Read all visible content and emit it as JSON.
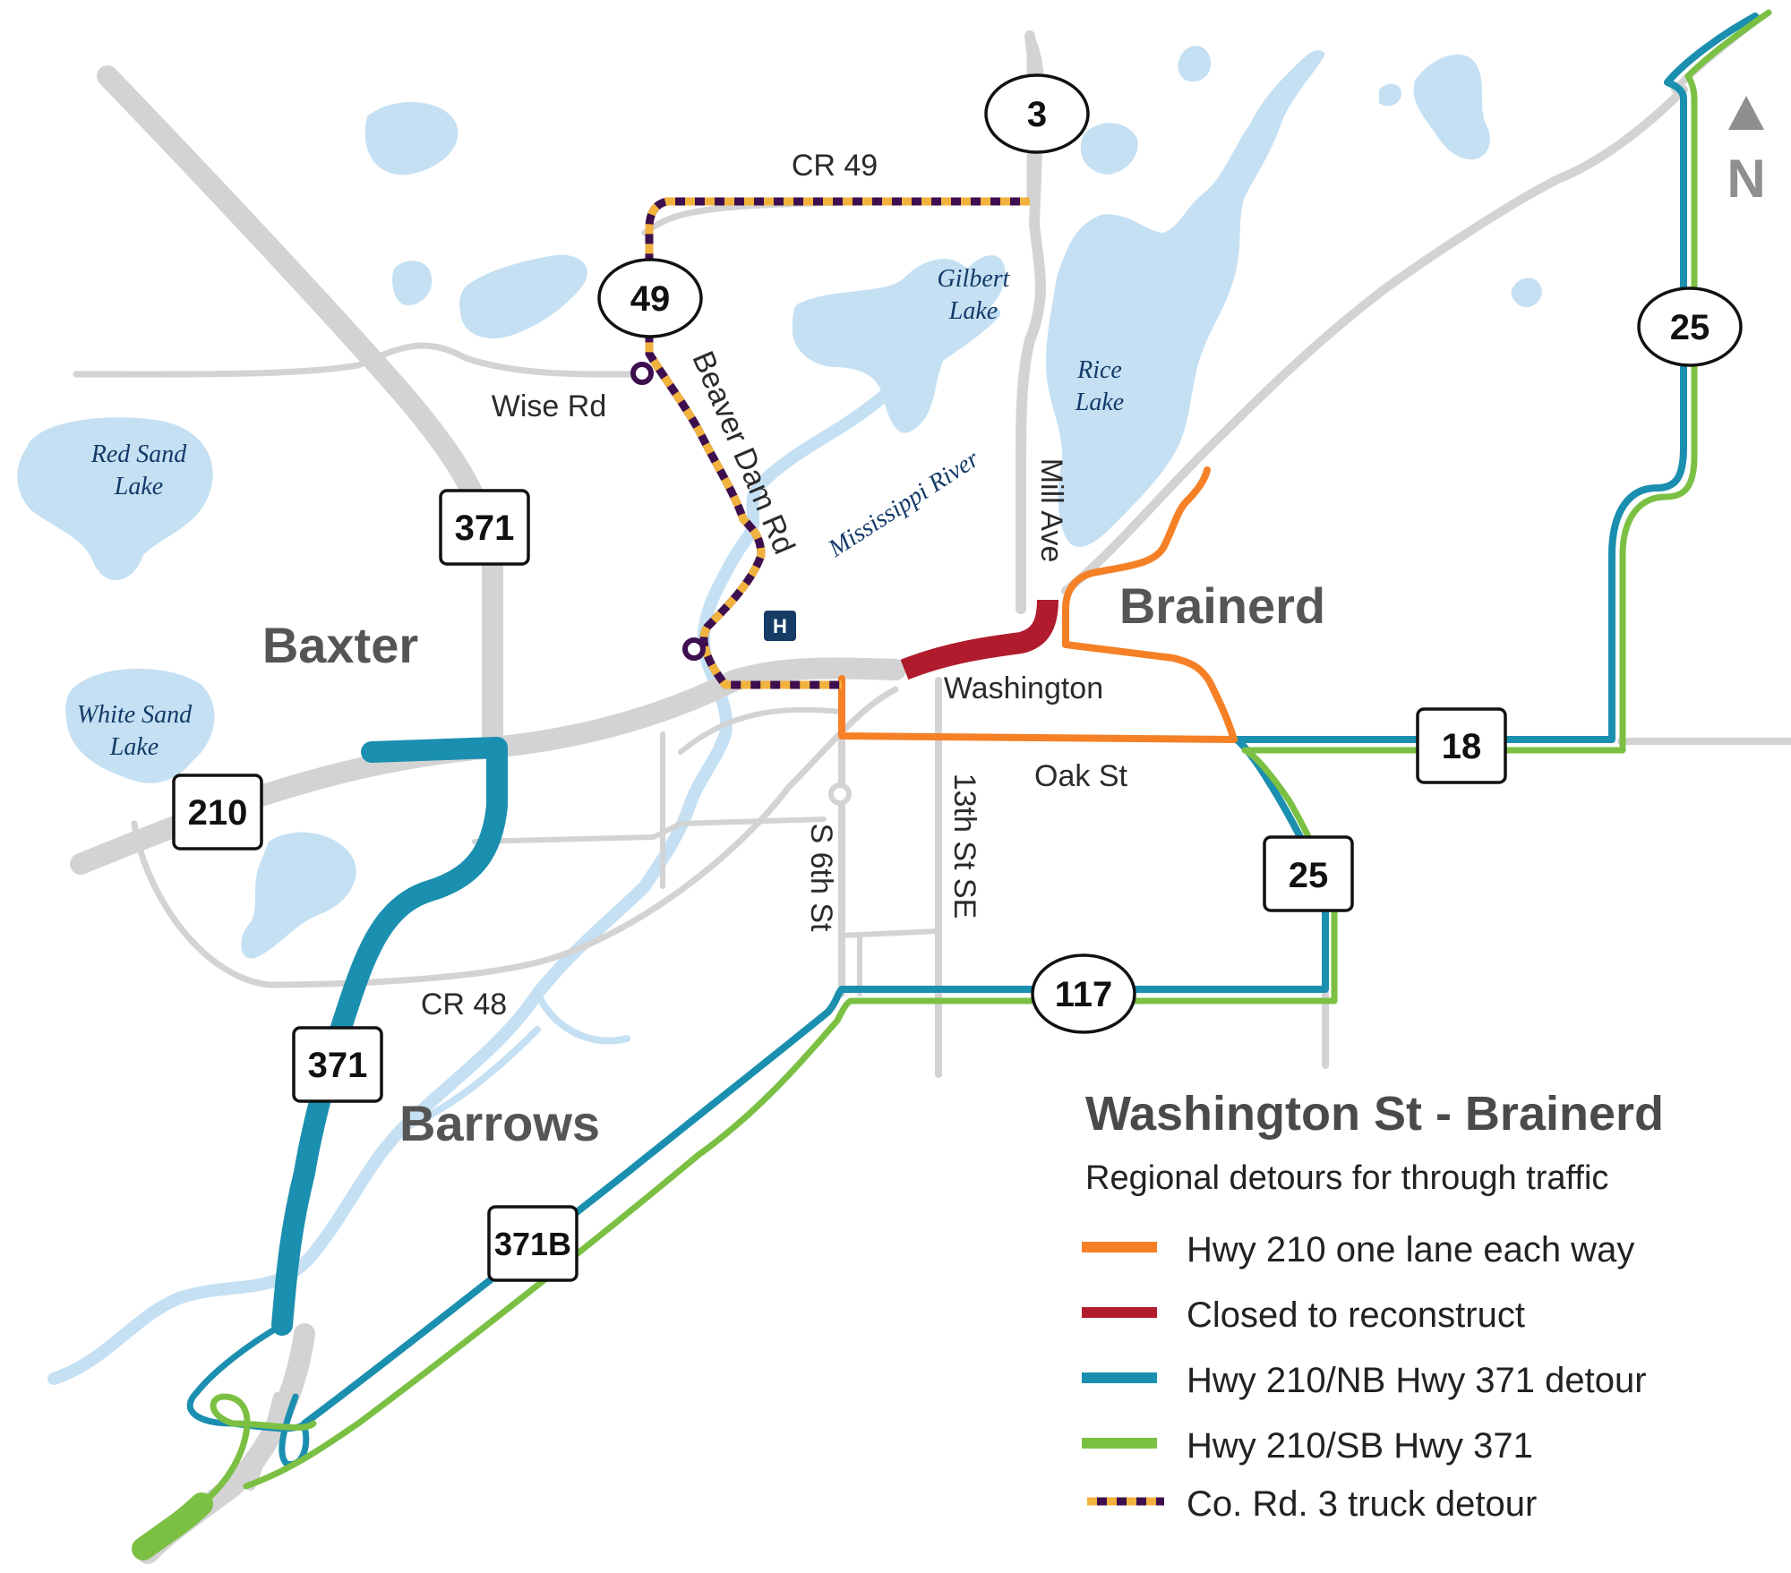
{
  "title": "Washington St - Brainerd",
  "subtitle": "Regional detours for through traffic",
  "colors": {
    "water": "#c5e0f3",
    "road": "#cfcfcf",
    "orange": "#f58026",
    "red": "#b01c2e",
    "blue": "#1b8faf",
    "green": "#7bc043",
    "truck_dark": "#3d0f4f",
    "truck_light": "#f2b23e",
    "label_water": "#123a68",
    "hospital": "#163c66"
  },
  "legend": [
    {
      "label": "Hwy 210 one lane each way",
      "color": "#f58026",
      "style": "solid"
    },
    {
      "label": "Closed to reconstruct",
      "color": "#b01c2e",
      "style": "solid"
    },
    {
      "label": "Hwy 210/NB Hwy 371 detour",
      "color": "#1b8faf",
      "style": "solid"
    },
    {
      "label": "Hwy 210/SB Hwy 371",
      "color": "#7bc043",
      "style": "solid"
    },
    {
      "label": "Co. Rd. 3 truck detour",
      "color": "#3d0f4f",
      "style": "dashed"
    }
  ],
  "cities": {
    "baxter": "Baxter",
    "brainerd": "Brainerd",
    "barrows": "Barrows"
  },
  "water_labels": {
    "red_sand": [
      "Red Sand",
      "Lake"
    ],
    "white_sand": [
      "White Sand",
      "Lake"
    ],
    "gilbert": [
      "Gilbert",
      "Lake"
    ],
    "rice": [
      "Rice",
      "Lake"
    ],
    "river": "Mississippi River"
  },
  "road_labels": {
    "cr49": "CR 49",
    "wise": "Wise Rd",
    "beaver": "Beaver Dam Rd",
    "mill": "Mill Ave",
    "washington": "Washington",
    "oak": "Oak St",
    "s6th": "S 6th St",
    "st13": "13th St SE",
    "cr48": "CR 48"
  },
  "shields": {
    "hwy3": "3",
    "hwy49": "49",
    "hwy371_north": "371",
    "hwy210": "210",
    "hwy25_north": "25",
    "hwy18": "18",
    "hwy25_south": "25",
    "hwy117": "117",
    "hwy371_south": "371",
    "hwy371b": "371B"
  },
  "hospital": "H",
  "north": "N"
}
